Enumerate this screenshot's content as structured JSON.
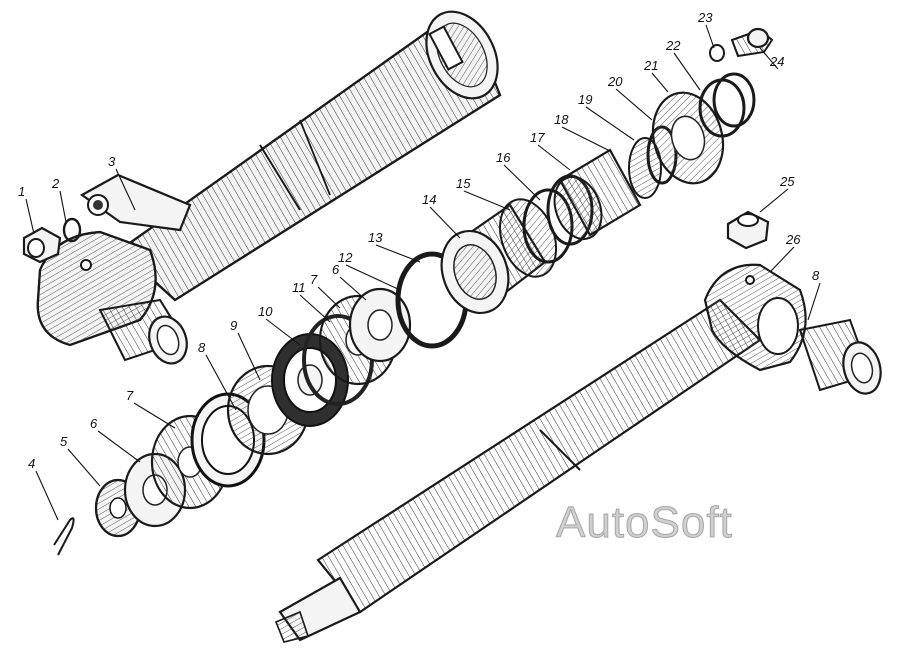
{
  "watermark": "AutoSoft",
  "callouts": [
    "1",
    "2",
    "3",
    "4",
    "5",
    "6",
    "7",
    "8",
    "9",
    "10",
    "11",
    "7",
    "6",
    "12",
    "13",
    "14",
    "15",
    "16",
    "17",
    "18",
    "19",
    "20",
    "21",
    "22",
    "23",
    "24",
    "25",
    "26",
    "8"
  ]
}
